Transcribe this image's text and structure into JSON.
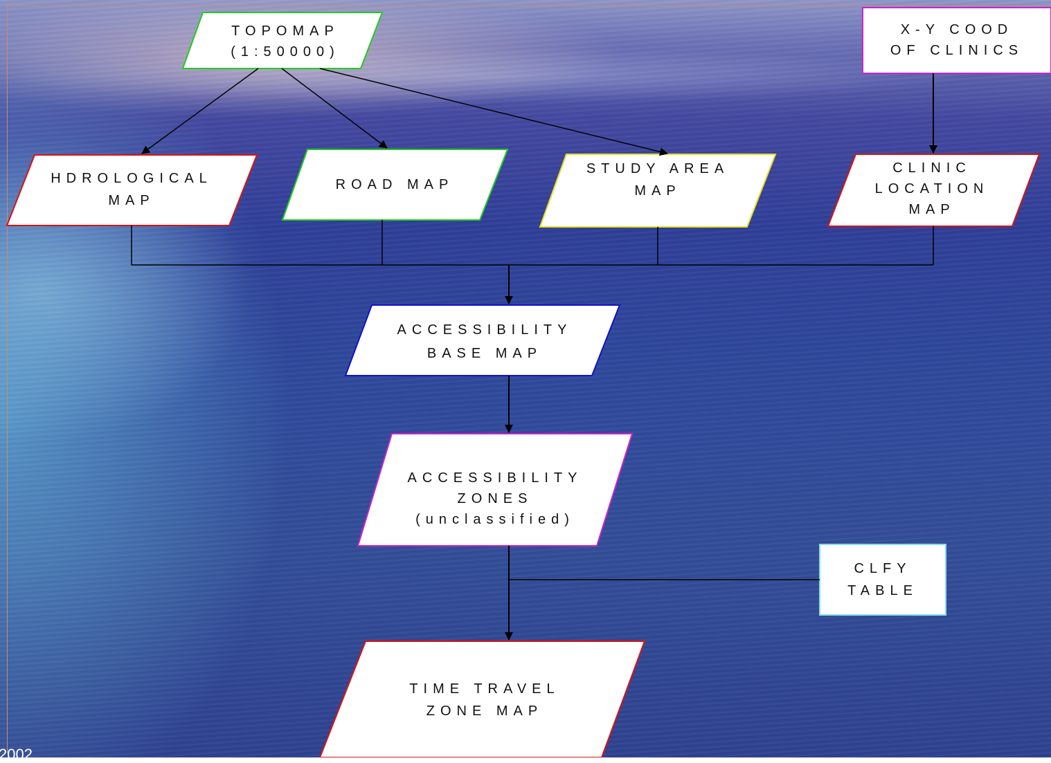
{
  "diagram": {
    "nodes": {
      "topomap": {
        "lines": [
          "TOPOMAP",
          "(1:50000)"
        ],
        "border": "#22cc22"
      },
      "xy": {
        "lines": [
          "X-Y COOD",
          "OF CLINICS"
        ],
        "border": "#cc22cc"
      },
      "hydro": {
        "lines": [
          "HDROLOGICAL",
          "MAP"
        ],
        "border": "#dd1111"
      },
      "road": {
        "lines": [
          "ROAD MAP"
        ],
        "border": "#22cc22"
      },
      "study": {
        "lines": [
          "STUDY AREA",
          "MAP"
        ],
        "border": "#e8e020"
      },
      "clinic": {
        "lines": [
          "CLINIC",
          "LOCATION",
          "MAP"
        ],
        "border": "#dd1111"
      },
      "base": {
        "lines": [
          "ACCESSIBILITY",
          "BASE MAP"
        ],
        "border": "#1111cc"
      },
      "zones": {
        "lines": [
          "ACCESSIBILITY",
          "ZONES",
          "(unclassified)"
        ],
        "border": "#cc22cc"
      },
      "clfy": {
        "lines": [
          "CLFY",
          "TABLE"
        ],
        "border": "#88ddee"
      },
      "ttz": {
        "lines": [
          "TIME TRAVEL",
          "ZONE MAP"
        ],
        "border": "#dd1111"
      }
    },
    "footer_text": "2002"
  }
}
